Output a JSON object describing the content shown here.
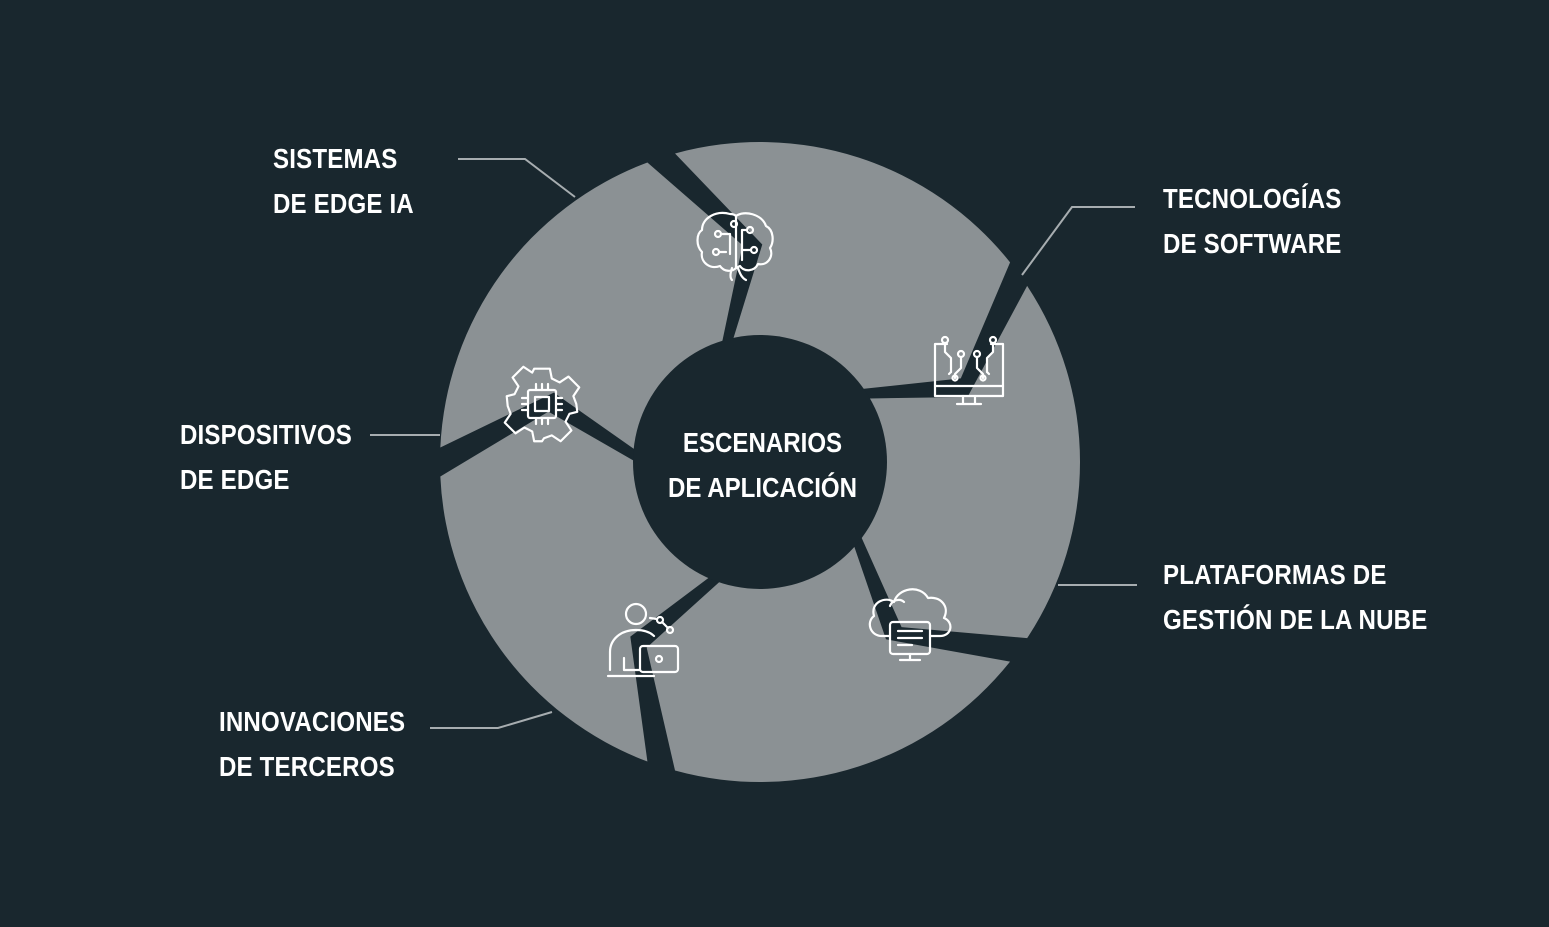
{
  "center": {
    "line1": "ESCENARIOS",
    "line2": "DE APLICACIÓN"
  },
  "segments": [
    {
      "id": "edge-ia",
      "line1": "SISTEMAS",
      "line2": "DE EDGE IA",
      "icon": "brain-icon"
    },
    {
      "id": "software",
      "line1": "TECNOLOGÍAS",
      "line2": "DE SOFTWARE",
      "icon": "circuit-monitor-icon"
    },
    {
      "id": "cloud",
      "line1": "PLATAFORMAS DE",
      "line2": "GESTIÓN DE LA NUBE",
      "icon": "cloud-server-icon"
    },
    {
      "id": "third-party",
      "line1": "INNOVACIONES",
      "line2": "DE TERCEROS",
      "icon": "user-laptop-icon"
    },
    {
      "id": "devices",
      "line1": "DISPOSITIVOS",
      "line2": "DE EDGE",
      "icon": "gear-chip-icon"
    }
  ],
  "colors": {
    "background": "#19272e",
    "segment": "#8b9194",
    "text": "#ffffff",
    "connector": "#a7adb0"
  }
}
